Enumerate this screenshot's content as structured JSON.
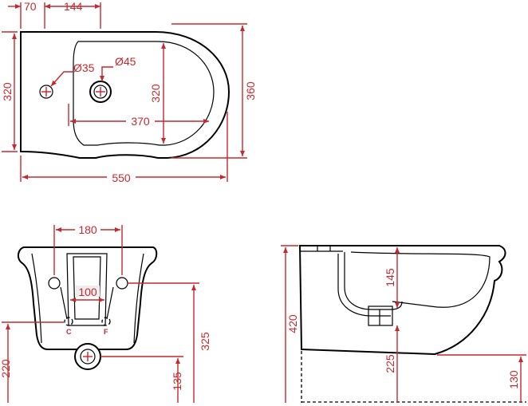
{
  "colors": {
    "dimension": "#c8282d",
    "outline": "#000000",
    "background": "#ffffff"
  },
  "top_view": {
    "dim_70": "70",
    "dim_144": "144",
    "dim_320_left": "320",
    "dim_320_inner": "320",
    "dim_360": "360",
    "dim_370": "370",
    "dim_550": "550",
    "hole_small": "Ø35",
    "hole_large": "Ø45"
  },
  "front_view": {
    "dim_180": "180",
    "dim_100": "100",
    "dim_220": "220",
    "dim_325": "325",
    "dim_135": "135",
    "label_c": "C",
    "label_f": "F"
  },
  "side_view": {
    "dim_420": "420",
    "dim_145": "145",
    "dim_225": "225",
    "dim_130": "130"
  }
}
